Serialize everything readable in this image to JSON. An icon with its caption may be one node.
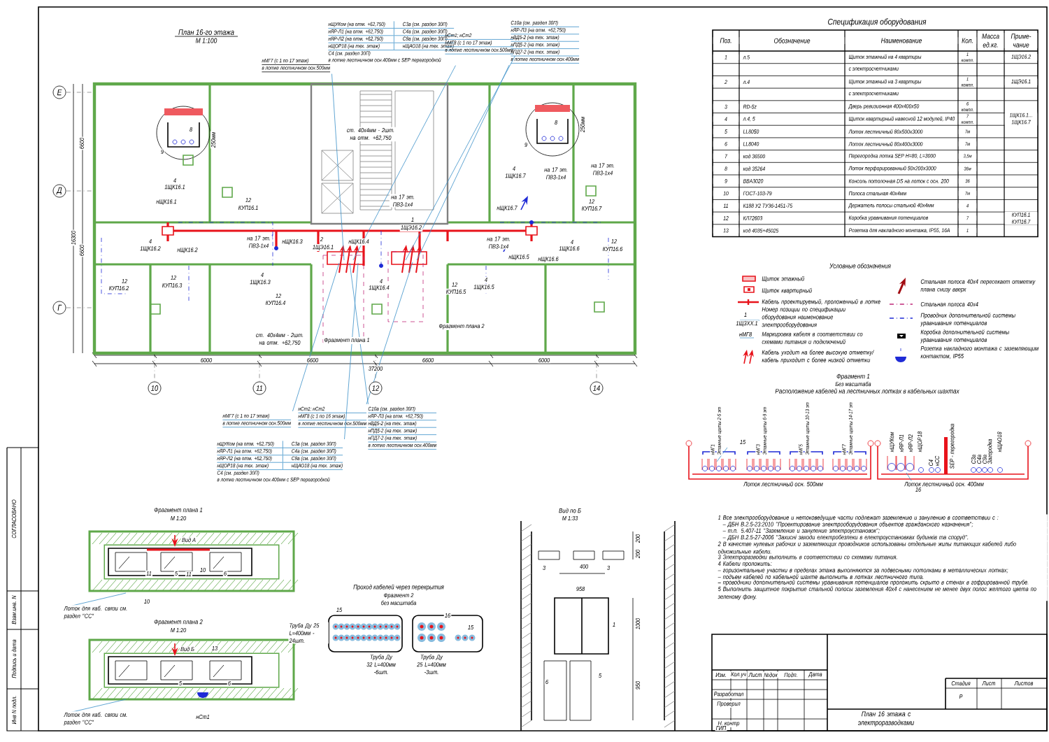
{
  "diagram": {
    "nodes": [
      {
        "text": [
          "нМГ7 (с 1 по 17 этаж)",
          "в лотке лестничном осн.500мм"
        ]
      },
      {
        "text": [
          "нЩУКом (на отм. +62,750)",
          "С3а (см. раздел 30П)",
          "нЯР-Л1 (на отм. +62,750)",
          "С4а (см. раздел 30П)",
          "нЯР-Л2 (на отм. +62,750)",
          "С9а (см. раздел 30П)",
          "нЩОР18 (на тех. этаж)",
          "нЩАО18 (на тех. этаж)",
          "С4 (см. раздел 30П)",
          "в лотке лестничном осн.400мм с SEP перегородкой"
        ]
      },
      {
        "text": [
          "нСт1; нСт2",
          "нМГ8 (с 1 по 17 этаж)",
          "в лотке лестничном осн.500мм"
        ]
      },
      {
        "text": [
          "С10а (см. раздел 30П)",
          "нЯР-Л3 (на отм. +62,750)",
          "нВД5-2 (на тех. этаж)",
          "нПД5-2 (на тех. этаж)",
          "нПД7-2 (на тех. этаж)",
          "в лотке лестничном осн.400мм"
        ]
      },
      {
        "text": [
          "нМГ7 (с 1 по 17 этаж)",
          "в лотке лестничном осн.500мм"
        ]
      },
      {
        "text": [
          "нСт1; нСт2",
          "нМГ8 (с 1 по 16 этаж)",
          "в лотке лестничном осн.500мм"
        ]
      },
      {
        "text": [
          "С10а (см. раздел 30П)",
          "нЯР-Л3 (на отм. +62,750)",
          "нВД5-2 (на тех. этаж)",
          "нПД5-2 (на тех. этаж)",
          "нПД7-2 (на тех. этаж)",
          "в лотке лестничном осн.400мм"
        ]
      },
      {
        "text": [
          "нЩУКом (на отм. +62,750)",
          "С3а (см. раздел 30П)",
          "нЯР-Л1 (на отм. +62,750)",
          "С4а (см. раздел 30П)",
          "нЯР-Л2 (на отм. +62,750)",
          "С9а (см. раздел 30П)",
          "нЩОР18 (на тех. этаж)",
          "нЩАО18 (на тех. этаж)",
          "С4 (см. раздел 30П)",
          "в лотке лестничном осн.400мм с SEP перегородкой"
        ]
      }
    ],
    "edges": [
      {
        "from": 0,
        "to": null,
        "arrow": "none"
      },
      {
        "from": 1,
        "to": null,
        "arrow": "none"
      },
      {
        "from": 2,
        "to": null,
        "arrow": "none"
      },
      {
        "from": 3,
        "to": null,
        "arrow": "none"
      },
      {
        "from": 4,
        "to": null,
        "arrow": "none"
      },
      {
        "from": 5,
        "to": null,
        "arrow": "none"
      },
      {
        "from": 6,
        "to": null,
        "arrow": "none"
      },
      {
        "from": 7,
        "to": null,
        "arrow": "none"
      }
    ],
    "labels": [
      "План 16-го этажа",
      "М 1:100",
      "Е",
      "Д",
      "Г",
      "10",
      "11",
      "12",
      "14",
      "6000",
      "6600",
      "6600",
      "6000",
      "37200",
      "6600",
      "16300",
      "6600",
      "8",
      "250мм",
      "9",
      "8",
      "250мм",
      "9",
      "ст. 40х4мм - 2шт. на отм. +62,750",
      "4",
      "1ЩК16.1",
      "нЩК16.1",
      "12",
      "КУП16.1",
      "4",
      "1ЩК16.2",
      "нЩК16.2",
      "12",
      "КУП16.2",
      "на 17 эт. ПВ3-1х4",
      "нЩК16.3",
      "2",
      "1ЩЭ16.1",
      "1",
      "1ЩЭ16.2",
      "на 17 эт. ПВ3-1х4",
      "нЩК16.4",
      "4",
      "1ЩК16.3",
      "12",
      "КУП16.3",
      "12",
      "КУП16.4",
      "4",
      "1ЩК16.4",
      "12",
      "КУП16.5",
      "4",
      "1ЩК16.5",
      "на 17 эт. ПВ3-1х4",
      "нЩК16.5",
      "нЩК16.6",
      "4",
      "1ЩК16.6",
      "12",
      "КУП16.6",
      "4",
      "1ЩК16.7",
      "на 17 эт. ПВ3-1х4",
      "на 17 эт. ПВ3-1х4",
      "нЩК16.7",
      "12",
      "КУП16.7",
      "ст. 40х4мм - 2шт. на отм. +62,750",
      "Фрагмент плана 1",
      "Фрагмент плана 2",
      "Спецификация оборудования",
      "Поз.",
      "Обозначение",
      "Наименование",
      "Кол.",
      "Масса ед.кг.",
      "Приме- чание",
      "1",
      "л.5",
      "Щиток этажный на 4 квартиры",
      "1 компл.",
      "1ЩЭ16.2",
      "с электросчетчиками",
      "2",
      "л.4",
      "Щиток этажный на 3 квартиры",
      "1 компл.",
      "1ЩЭ16.1",
      "с электросчетчиками",
      "3",
      "RD-5z",
      "Дверь ревизионная 400х400х50",
      "6 компл.",
      "4",
      "л.4, 5",
      "Щиток квартирный навесной 12 модулей, IP40",
      "7 компл.",
      "1ЩК16.1... 1ЩК16.7",
      "5",
      "LL8050",
      "Лоток лестничный 80х500х3000",
      "7м",
      "6",
      "LL8040",
      "Лоток лестничный 80х400х3000",
      "7м",
      "7",
      "код 36500",
      "Перегородка лотка SEP H=80, L=3000",
      "3,5м",
      "8",
      "код 35264",
      "Лоток перфорированный 50х200х3000",
      "36м",
      "9",
      "BBA3020",
      "Консоль потолочная DS на лоток с осн. 200",
      "36",
      "10",
      "ГОСТ-103-79",
      "Полоса стальная 40х4мм",
      "7м",
      "11",
      "К188 У2 ТУ36-1451-75",
      "Держатель полосы стальной 40х4мм",
      "4",
      "12",
      "КЛ72603",
      "Коробка уравнивания потенциалов",
      "7",
      "КУП16.1 КУП16.7",
      "13",
      "код 4035+45025",
      "Розетка для накладного монтажа, IP55, 16А",
      "1",
      "Условные обозначения",
      "1",
      "1ЩЗХХ.1",
      "нМГ8",
      "Фрагмент 1",
      "Без масштаба",
      "Расположение кабелей на лестничных лотках в кабельных шахтах",
      "нМГ1",
      "Этажные щиты 2-5 эт",
      "нМГ3",
      "Этажные щиты 6-9 эт",
      "нМГ5",
      "Этажные щиты 10-13 эт",
      "нМГ7",
      "Этажные щиты 14-17 эт",
      "15",
      "Лоток лестничный осн. 500мм",
      "нЩУКом",
      "нЯР-Л1",
      "нЯР-Л2",
      "нЩОР18",
      "С4",
      "нСС",
      "SEP - перегородка",
      "С3а",
      "С4а",
      "С9а",
      "Загородка",
      "нЩАО18",
      "16",
      "Лоток лестничный осн. 400мм",
      "1 Все электрооборудование и нетоковедущие части подлежат заземлению и занулению в соответствии с :",
      "– ДБН В.2.5-23:2010 \"Проектирование электрооборудования объектов гражданского назначения\";",
      "– т.п. 5.407-11 \"Заземление и зануление электроустановок\";",
      "– ДБН В.2.5-27-2006 \"Захисні заходи електробезпеки в електроустановках будинків та споруд\".",
      "2 В качестве нулевых рабочих и заземляющих проводников использованы отдельные жилы питающих кабелей либо одножильные кабели.",
      "3 Электроразводки выполнить в соответствии со схемами питания.",
      "4 Кабели проложить:",
      "– горизонтальные участки в пределах этажа выполняются за подвесными потолками в металлических лотках;",
      "– подъем кабелей по кабельной шахте выполнить в лотках лестничного типа.",
      "– проводники дополнительной системы уравнивания потенциалов проложить скрыто в стенах в гофрированной трубе.",
      "5 Выполнить защитное покрытие стальной полосы заземления 40х4 с нанесением не менее двух полос желтого цвета по зеленому фону.",
      "Фрагмент плана 1",
      "М 1:20",
      "Вид А",
      "11",
      "5",
      "11",
      "10",
      "6",
      "10",
      "Лоток для каб. связи см. раздел \"СС\"",
      "Фрагмент плана 2",
      "М 1:20",
      "Вид Б",
      "13",
      "5",
      "6",
      "нСт1",
      "Лоток для каб. связи см. раздел \"СС\"",
      "Проход кабелей через перекрытия",
      "Фрагмент 2",
      "без масштаба",
      "15",
      "16",
      "15",
      "Труба Ду 25 L=400мм -24шт.",
      "Труба Ду 32 L=400мм -6шт.",
      "Труба Ду 25 L=400мм -3шт.",
      "Вид по Б",
      "М 1:33",
      "3",
      "400",
      "3",
      "958",
      "1",
      "1000",
      "950",
      "200",
      "200",
      "6",
      "5",
      "СОГЛАСОВАНО",
      "Взам.инв. N",
      "Подпись и дата",
      "Инв N подл.",
      "Изм.",
      "Кол.уч",
      "Лист",
      "№док",
      "Подп.",
      "Дата",
      "Разработал",
      "Проверил",
      "Н. контр",
      "ГИП",
      "Стадия",
      "Лист",
      "Листов",
      "Р",
      "План 16 этажа с электроразводками"
    ],
    "legend": [
      {
        "text": "Щиток этажный"
      },
      {
        "text": "Щиток квартирный"
      },
      {
        "text": "Кабель проектируемый, проложенный в лотке"
      },
      {
        "text": "Номер позиции по спецификации оборудования наименование электрооборудования"
      },
      {
        "text": "Маркировка кабеля в соответствии со схемами питания и подключений"
      },
      {
        "text": "Кабель уходит на более высокую отметку/ кабель приходит с более низкой отметки"
      },
      {
        "text": "Стальная полоса 40х4 пересекает отметку плана снизу вверх"
      },
      {
        "text": "Стальная полоса 40х4"
      },
      {
        "text": "Проводник дополнительной системы уравнивания потенциалов"
      },
      {
        "text": "Коробка дополнительной системы уравнивания потенциалов"
      },
      {
        "text": "Розетка накладного монтажа с заземляющим контактом, IP55"
      }
    ]
  }
}
